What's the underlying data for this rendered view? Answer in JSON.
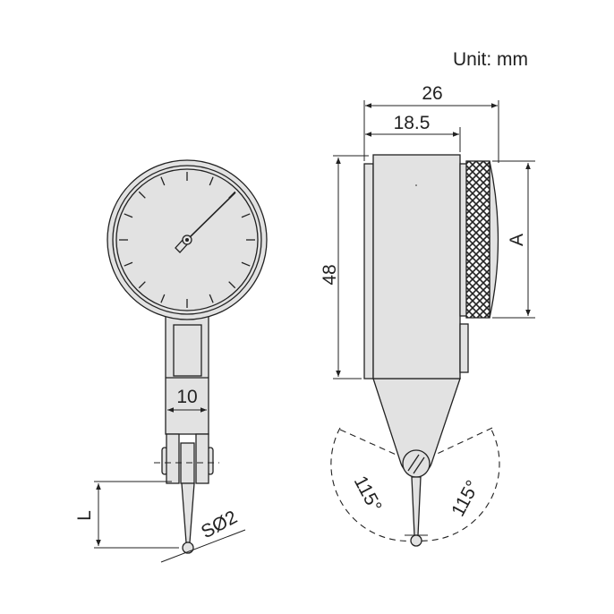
{
  "unit_label": "Unit: mm",
  "front_view": {
    "width_dim": "10",
    "length_dim": "L",
    "ball_dim": "SØ2",
    "dial_ticks": 16
  },
  "side_view": {
    "total_depth_dim": "26",
    "body_depth_dim": "18.5",
    "height_dim": "48",
    "dial_dim": "A",
    "swing_left": "115°",
    "swing_right": "115°"
  },
  "colors": {
    "line": "#222222",
    "body_fill": "#e2e2e2"
  }
}
